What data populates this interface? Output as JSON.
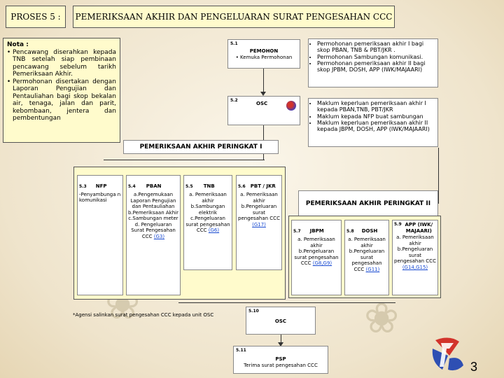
{
  "header": {
    "proses_label": "PROSES 5 :",
    "title": "PEMERIKSAAN AKHIR DAN PENGELUARAN SURAT PENGESAHAN CCC"
  },
  "nota": {
    "title": "Nota :",
    "items": [
      "Pencawang diserahkan kepada TNB setelah siap pembinaan pencawang sebelum tarikh Pemeriksaan Akhir.",
      "Permohonan disertakan dengan Laporan Pengujian dan Pentauliahan bagi skop bekalan air, tenaga, jalan dan parit, kebombaan, jentera dan pembentungan"
    ]
  },
  "s1": {
    "code": "5.1",
    "title": "PEMOHON",
    "desc": "• Kemuka Permohonan"
  },
  "s2": {
    "code": "5.2",
    "title": "OSC"
  },
  "bullets_top": [
    "Permohonan pemeriksaan akhir I bagi skop PBAN, TNB & PBT/JKR .",
    "Permohonan Sambungan komunikasi.",
    "Permohonan pemeriksaan akhir II bagi skop JPBM, DOSH, APP (IWK/MAJAARI)"
  ],
  "bullets_mid": [
    "Maklum keperluan pemeriksaan akhir I kepada PBAN,TNB, PBT/JKR",
    "Maklum kepada NFP buat sambungan",
    "Maklum keperluan pemeriksaan akhir II kepada JBPM, DOSH, APP (IWK/MAJAARI)"
  ],
  "peringkat1": "PEMERIKSAAN AKHIR PERINGKAT I",
  "peringkat2": "PEMERIKSAAN AKHIR PERINGKAT II",
  "s3": {
    "code": "5.3",
    "title": "NFP",
    "body": "-Penyambunga n komunikasi"
  },
  "s4": {
    "code": "5.4",
    "title": "PBAN",
    "body": "a.Pengemukaan Laporan Pengujian dan Pentauliahan b.Pemeriksaan Akhir c.Sambungan meter d. Pengeluaran Surat Pengesahan CCC",
    "link": "(G3)"
  },
  "s5": {
    "code": "5.5",
    "title": "TNB",
    "body": "a. Pemeriksaan akhir b.Sambungan elektrik c.Pengeluaran surat pengesahan CCC",
    "link": "(G6)"
  },
  "s6": {
    "code": "5.6",
    "title": "PBT / JKR",
    "body": "a. Pemeriksaan akhir b.Pengeluaran surat pengesahan CCC",
    "link": "(G17)"
  },
  "s7": {
    "code": "5.7",
    "title": "JBPM",
    "body": "a. Pemeriksaan akhir b.Pengeluaran surat pengesahan CCC",
    "link": "(G8,G9)"
  },
  "s8": {
    "code": "5.8",
    "title": "DOSH",
    "body": "a. Pemeriksaan akhir b.Pengeluaran surat pengesahan CCC",
    "link": "(G11)"
  },
  "s9": {
    "code": "5.9",
    "title": "APP (IWK/ MAJAARI)",
    "body": "a. Pemeriksaan akhir b.Pengeluaran surat pengesahan CCC",
    "link": "(G14,G15)"
  },
  "note_agensi": "*Agensi salinkan surat pengesahan CCC kepada unit OSC",
  "s10": {
    "code": "5.10",
    "title": "OSC"
  },
  "s11": {
    "code": "5.11",
    "title": "PSP",
    "desc": "Terima surat pengesahan CCC"
  },
  "page_number": "3",
  "colors": {
    "yellow": "#fffbcc",
    "blue": "#c6d9f1",
    "osc_circle": "#4b3fb0",
    "osc_circle_red": "#d2332b"
  }
}
